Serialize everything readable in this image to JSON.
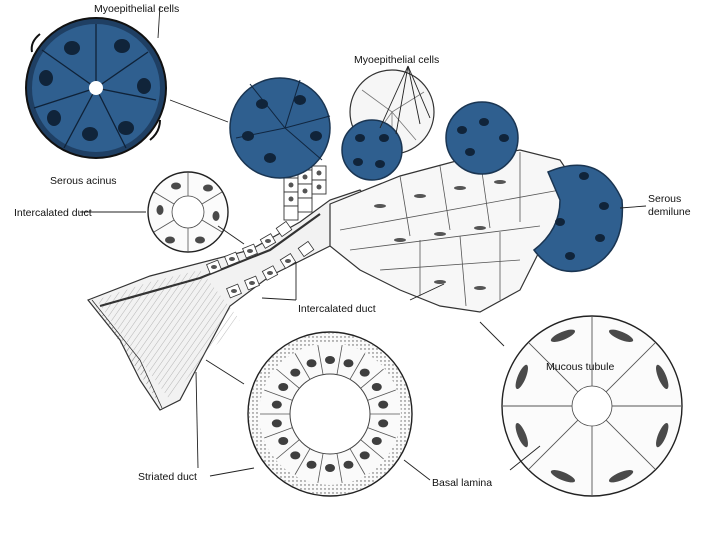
{
  "labels": {
    "myoepithelial_top": "Myoepithelial cells",
    "myoepithelial_mid": "Myoepithelial cells",
    "serous_acinus": "Serous acinus",
    "intercalated_duct_left": "Intercalated duct",
    "intercalated_duct_center": "Intercalated duct",
    "serous_demilune_1": "Serous",
    "serous_demilune_2": "demilune",
    "mucous_tubule": "Mucous tubule",
    "striated_duct": "Striated duct",
    "basal_lamina": "Basal lamina"
  },
  "colors": {
    "serous_blue": "#2f5f8f",
    "serous_dark": "#1a3552",
    "nucleus": "#14273d",
    "line": "#333333",
    "cell_fill": "#f4f4f4"
  }
}
